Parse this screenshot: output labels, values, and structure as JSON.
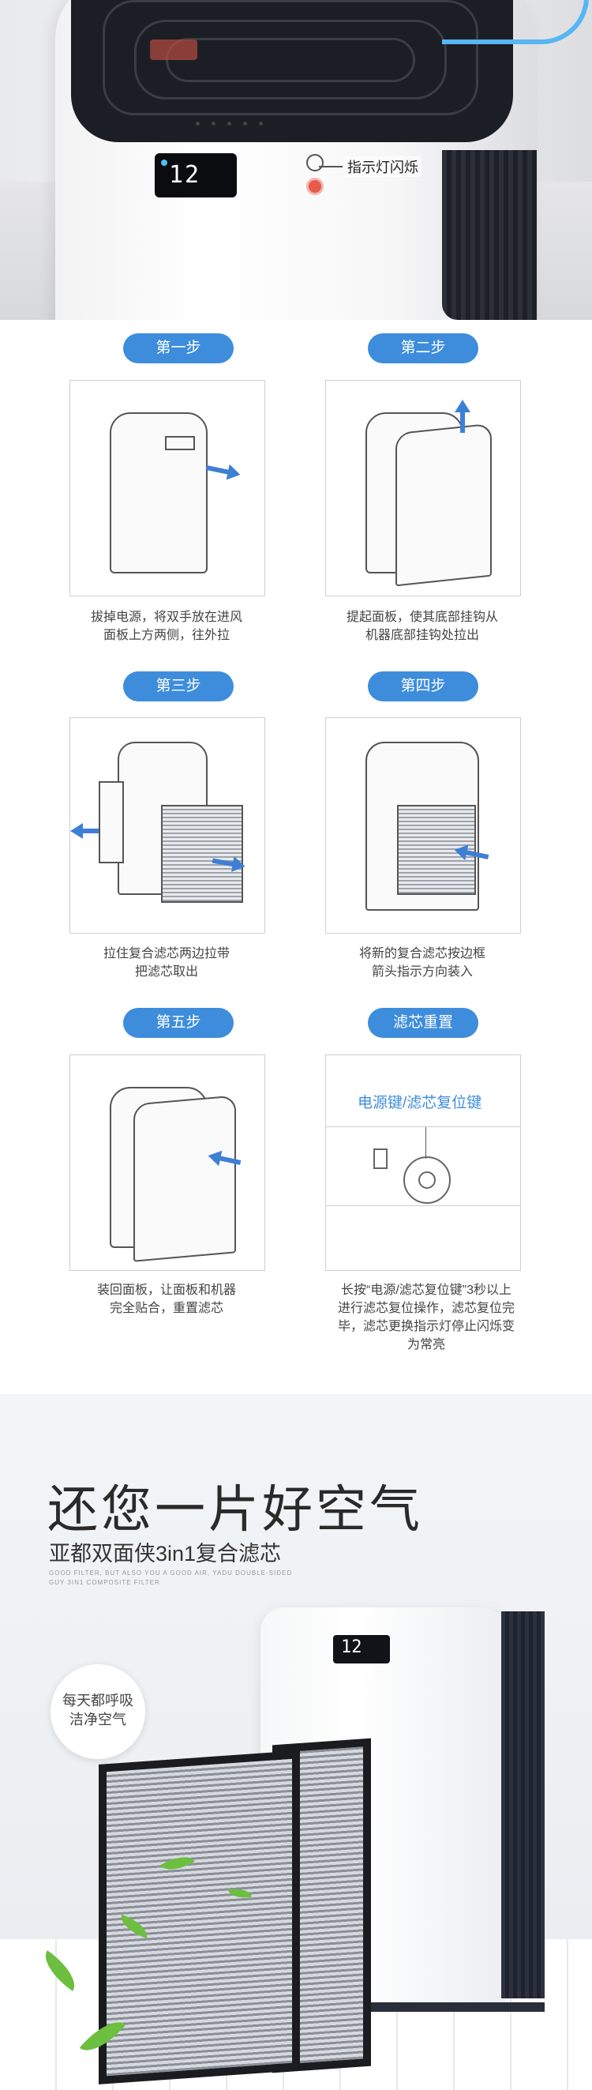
{
  "hero": {
    "display_value": "12",
    "callout": "指示灯闪烁"
  },
  "steps": [
    {
      "label": "第一步",
      "caption": [
        "拔掉电源，将双手放在进风",
        "面板上方两侧，往外拉"
      ]
    },
    {
      "label": "第二步",
      "caption": [
        "提起面板，使其底部挂钩从",
        "机器底部挂钩处拉出"
      ]
    },
    {
      "label": "第三步",
      "caption": [
        "拉住复合滤芯两边拉带",
        "把滤芯取出"
      ]
    },
    {
      "label": "第四步",
      "caption": [
        "将新的复合滤芯按边框",
        "箭头指示方向装入"
      ]
    },
    {
      "label": "第五步",
      "caption": [
        "装回面板，让面板和机器",
        "完全贴合，重置滤芯"
      ]
    },
    {
      "label": "滤芯重置",
      "caption": [
        "长按“电源/滤芯复位键”3秒以上",
        "进行滤芯复位操作，滤芯复位完",
        "毕，滤芯更换指示灯停止闪烁变",
        "为常亮"
      ]
    }
  ],
  "reset_panel": {
    "label": "电源键/滤芯复位键"
  },
  "promo": {
    "headline": "还您一片好空气",
    "subhead": "亚都双面侠3in1复合滤芯",
    "fine_print": [
      "GOOD FILTER, BUT ALSO YOU A GOOD AIR, YADU DOUBLE-SIDED",
      "GUY 3IN1 COMPOSITE FILTER"
    ],
    "bubble": [
      "每天都呼吸",
      "洁净空气"
    ],
    "display_value": "12"
  }
}
